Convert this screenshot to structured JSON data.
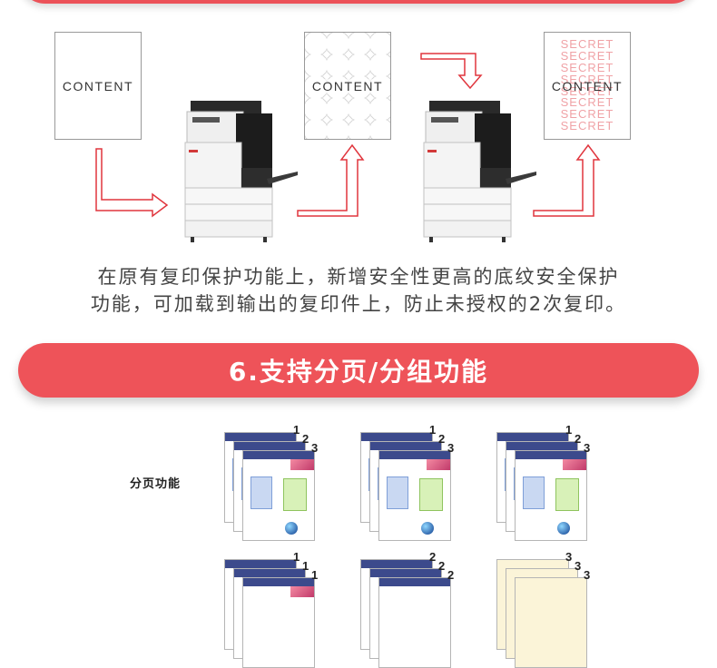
{
  "illustration": {
    "original_doc_label": "CONTENT",
    "pattern_doc_label": "CONTENT",
    "secret_doc_label": "CONTENT",
    "secret_watermark_words": [
      "SECRET",
      "SECRET",
      "SECRET",
      "SECRET",
      "SECRET",
      "SECRET",
      "SECRET",
      "SECRET"
    ],
    "accent_color": "#e0353d"
  },
  "description": {
    "line1": "在原有复印保护功能上，新增安全性更高的底纹安全保护",
    "line2": "功能，可加载到输出的复印件上，防止未授权的2次复印。"
  },
  "section": {
    "title": "6.支持分页/分组功能",
    "color": "#ee5359"
  },
  "collate": {
    "row_label": "分页功能",
    "sets_row1": [
      {
        "numbers": [
          "1",
          "2",
          "3"
        ]
      },
      {
        "numbers": [
          "1",
          "2",
          "3"
        ]
      },
      {
        "numbers": [
          "1",
          "2",
          "3"
        ]
      }
    ],
    "sets_row2": [
      {
        "numbers": [
          "1",
          "1",
          "1"
        ]
      },
      {
        "numbers": [
          "2",
          "2",
          "2"
        ]
      },
      {
        "numbers": [
          "3",
          "3",
          "3"
        ]
      }
    ]
  }
}
